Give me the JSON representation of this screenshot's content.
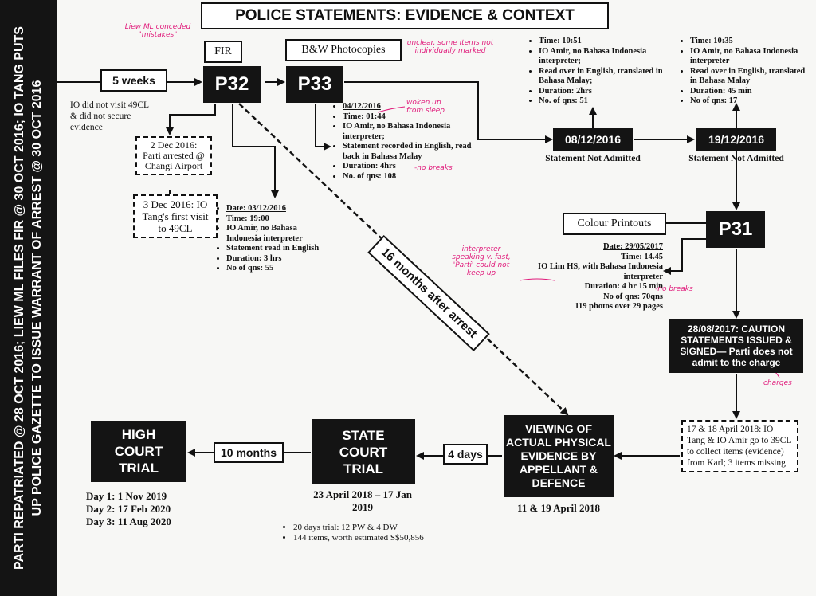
{
  "title": "POLICE STATEMENTS: EVIDENCE & CONTEXT",
  "side_banner": {
    "line1": "PARTI REPATRIATED @ 28 OCT 2016; LIEW ML FILES FIR @ 30 OCT 2016; IO TANG PUTS",
    "line2": "UP POLICE GAZETTE TO ISSUE WARRANT OF ARREST @ 30 OCT 2016"
  },
  "nodes": {
    "p32": "P32",
    "p33": "P33",
    "p31": "P31",
    "d0812": "08/12/2016",
    "d1912": "19/12/2016",
    "caution": "28/08/2017: CAUTION STATEMENTS ISSUED & SIGNED— Parti does not admit to the charge",
    "viewing": "VIEWING OF ACTUAL PHYSICAL EVIDENCE BY APPELLANT & DEFENCE",
    "state_court": "STATE COURT TRIAL",
    "high_court": "HIGH COURT TRIAL"
  },
  "labels": {
    "fir": "FIR",
    "bw": "B&W Photocopies",
    "colour": "Colour Printouts",
    "five_weeks": "5 weeks",
    "four_days": "4 days",
    "ten_months": "10 months",
    "sixteen_months": "16 months after arrest",
    "not_admitted_1": "Statement Not Admitted",
    "not_admitted_2": "Statement Not Admitted",
    "io_note": "IO did not visit 49CL & did not secure evidence"
  },
  "dashed": {
    "arrest": "2 Dec 2016: Parti arrested @ Changi Airport",
    "tang_visit": "3 Dec 2016: IO Tang's first visit to 49CL",
    "collect": "17 & 18 April 2018: IO Tang & IO Amir go to 39CL to collect items (evidence) from Karl; 3 items missing"
  },
  "blocks": {
    "p32_info": [
      "Date: 03/12/2016",
      "Time: 19:00",
      "IO Amir, no Bahasa Indonesia interpreter",
      "Statement read in English",
      "Duration: 3 hrs",
      "No of qns: 55"
    ],
    "p33_info": [
      "04/12/2016",
      "Time: 01:44",
      "IO Amir, no Bahasa Indonesia interpreter;",
      "Statement recorded in English, read back in Bahasa Malay",
      "Duration: 4hrs",
      "No. of qns: 108"
    ],
    "d0812_info": [
      "Time: 10:51",
      "IO Amir, no Bahasa Indonesia interpreter;",
      "Read over in English, translated in Bahasa Malay;",
      "Duration: 2hrs",
      "No. of qns: 51"
    ],
    "d1912_info": [
      "Time: 10:35",
      "IO Amir, no Bahasa Indonesia interpreter",
      "Read over in English, translated in Bahasa Malay",
      "Duration: 45 min",
      "No of qns: 17"
    ],
    "p31_info": [
      "Date: 29/05/2017",
      "Time: 14.45",
      "IO Lim HS, with Bahasa Indonesia interpreter",
      "Duration: 4 hr 15 min",
      "No of qns: 70qns",
      "119 photos over 29 pages"
    ]
  },
  "dates": {
    "viewing": "11 & 19 April 2018",
    "state_court": "23 April 2018 – 17 Jan 2019",
    "high_day1": "Day 1: 1 Nov 2019",
    "high_day2": "Day 2: 17 Feb 2020",
    "high_day3": "Day 3: 11 Aug 2020"
  },
  "state_court_notes": [
    "20 days trial: 12 PW & 4 DW",
    "144 items, worth estimated S$50,856"
  ],
  "handwritten": {
    "liew": "Liew ML conceded \"mistakes\"",
    "unclear": "unclear, some items not individually marked",
    "woken": "woken up from sleep",
    "no_breaks_1": "-no breaks",
    "interpreter": "interpreter speaking v. fast, 'Parti' could not keep up",
    "no_breaks_2": "-no breaks",
    "charges": "charges"
  }
}
